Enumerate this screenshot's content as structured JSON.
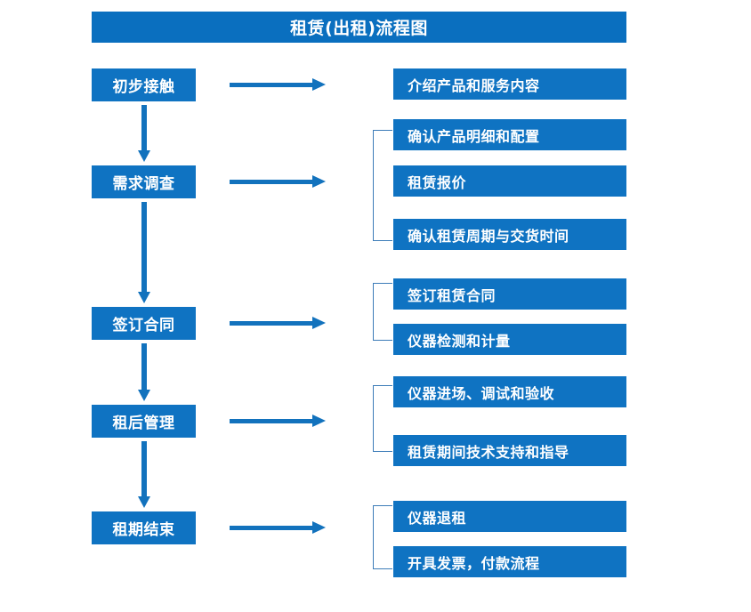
{
  "title": "租赁(出租)流程图",
  "colors": {
    "box_blue": "#0f73c2",
    "title_blue": "#0a6fbf",
    "arrow_blue": "#1272bd",
    "bracket_gray_blue": "#3d7cb8",
    "text_white": "#ffffff",
    "background": "#ffffff"
  },
  "stages": [
    {
      "label": "初步接触",
      "details": [
        "介绍产品和服务内容"
      ]
    },
    {
      "label": "需求调查",
      "details": [
        "确认产品明细和配置",
        "租赁报价",
        "确认租赁周期与交货时间"
      ]
    },
    {
      "label": "签订合同",
      "details": [
        "签订租赁合同",
        "仪器检测和计量"
      ]
    },
    {
      "label": "租后管理",
      "details": [
        "仪器进场、调试和验收",
        "租赁期间技术支持和指导"
      ]
    },
    {
      "label": "租期结束",
      "details": [
        "仪器退租",
        "开具发票，付款流程"
      ]
    }
  ],
  "detail_boxes": [
    "介绍产品和服务内容",
    "确认产品明细和配置",
    "租赁报价",
    "确认租赁周期与交货时间",
    "签订租赁合同",
    "仪器检测和计量",
    "仪器进场、调试和验收",
    "租赁期间技术支持和指导",
    "仪器退租",
    "开具发票，付款流程"
  ],
  "icons": {
    "flow_arrow_right": "right-arrow-icon",
    "flow_arrow_down": "down-arrow-icon",
    "group_bracket": "bracket-icon"
  }
}
